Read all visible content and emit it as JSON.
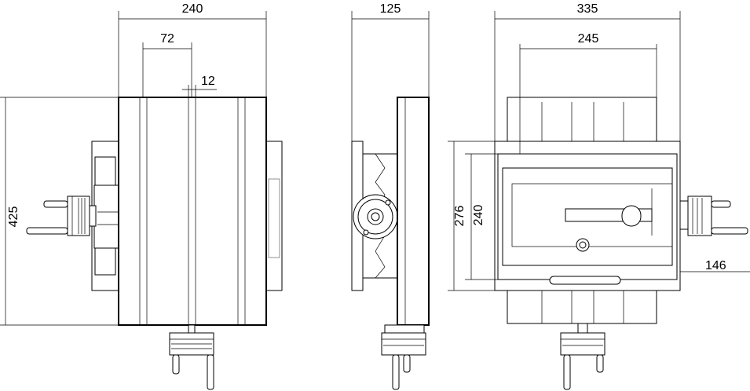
{
  "drawing": {
    "views": [
      {
        "name": "top-view",
        "dimensions": [
          "240",
          "72",
          "12",
          "425"
        ]
      },
      {
        "name": "side-view",
        "dimensions": [
          "125"
        ]
      },
      {
        "name": "front-view",
        "dimensions": [
          "335",
          "245",
          "276",
          "240",
          "146"
        ]
      }
    ]
  },
  "colors": {
    "line": "#000000",
    "background": "#ffffff",
    "hidden": "#777777"
  }
}
